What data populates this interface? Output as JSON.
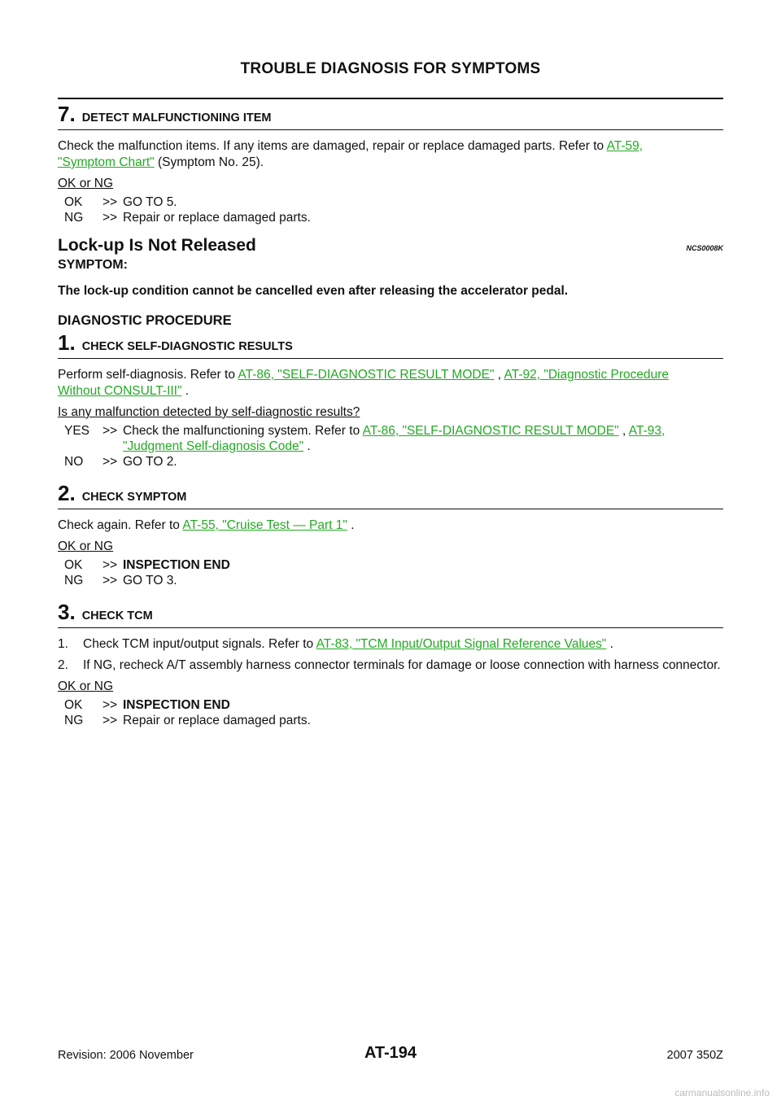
{
  "header": {
    "title": "TROUBLE DIAGNOSIS FOR SYMPTOMS"
  },
  "step7": {
    "num": "7.",
    "title": "DETECT MALFUNCTIONING ITEM",
    "text_pre": "Check the malfunction items. If any items are damaged, repair or replace damaged parts. Refer to",
    "link1": "AT-59,",
    "link2": "\"Symptom Chart\"",
    "text_post": " (Symptom No. 25).",
    "oknglabel": "OK or NG",
    "ok_key": "OK",
    "ok_arrow": ">>",
    "ok_text": "GO TO 5.",
    "ng_key": "NG",
    "ng_arrow": ">>",
    "ng_text": "Repair or replace damaged parts."
  },
  "section": {
    "title": "Lock-up Is Not Released",
    "code": "NCS0008K",
    "symptom_label": "SYMPTOM:",
    "symptom_text": "The lock-up condition cannot be cancelled even after releasing the accelerator pedal.",
    "diag_title": "DIAGNOSTIC PROCEDURE"
  },
  "step1": {
    "num": "1.",
    "title": "CHECK SELF-DIAGNOSTIC RESULTS",
    "text_pre": "Perform self-diagnosis. Refer to ",
    "link1": "AT-86, \"SELF-DIAGNOSTIC RESULT MODE\"",
    "sep": " , ",
    "link2": "AT-92, \"Diagnostic Procedure",
    "link3": "Without CONSULT-III\"",
    "text_post": " .",
    "question": "Is any malfunction detected by self-diagnostic results?",
    "yes_key": "YES",
    "yes_arrow": ">>",
    "yes_text_pre": "Check the malfunctioning system. Refer to ",
    "yes_link1": "AT-86, \"SELF-DIAGNOSTIC RESULT MODE\"",
    "yes_sep": " , ",
    "yes_link2": "AT-93,",
    "yes_link3": "\"Judgment Self-diagnosis Code\"",
    "yes_post": " .",
    "no_key": "NO",
    "no_arrow": ">>",
    "no_text": "GO TO 2."
  },
  "step2": {
    "num": "2.",
    "title": "CHECK SYMPTOM",
    "text_pre": "Check again. Refer to ",
    "link1": "AT-55, \"Cruise Test — Part 1\"",
    "text_post": " .",
    "oknglabel": "OK or NG",
    "ok_key": "OK",
    "ok_arrow": ">>",
    "ok_text": "INSPECTION END",
    "ng_key": "NG",
    "ng_arrow": ">>",
    "ng_text": "GO TO 3."
  },
  "step3": {
    "num": "3.",
    "title": "CHECK TCM",
    "item1_num": "1.",
    "item1_pre": "Check TCM input/output signals. Refer to ",
    "item1_link": "AT-83, \"TCM Input/Output Signal Reference Values\"",
    "item1_post": " .",
    "item2_num": "2.",
    "item2_text": "If NG, recheck A/T assembly harness connector terminals for damage or loose connection with harness connector.",
    "oknglabel": "OK or NG",
    "ok_key": "OK",
    "ok_arrow": ">>",
    "ok_text": "INSPECTION END",
    "ng_key": "NG",
    "ng_arrow": ">>",
    "ng_text": "Repair or replace damaged parts."
  },
  "footer": {
    "revision": "Revision: 2006 November",
    "page_number": "AT-194",
    "model": "2007 350Z"
  },
  "watermark": "carmanualsonline.info",
  "colors": {
    "link": "#22aa22",
    "text": "#111111"
  }
}
